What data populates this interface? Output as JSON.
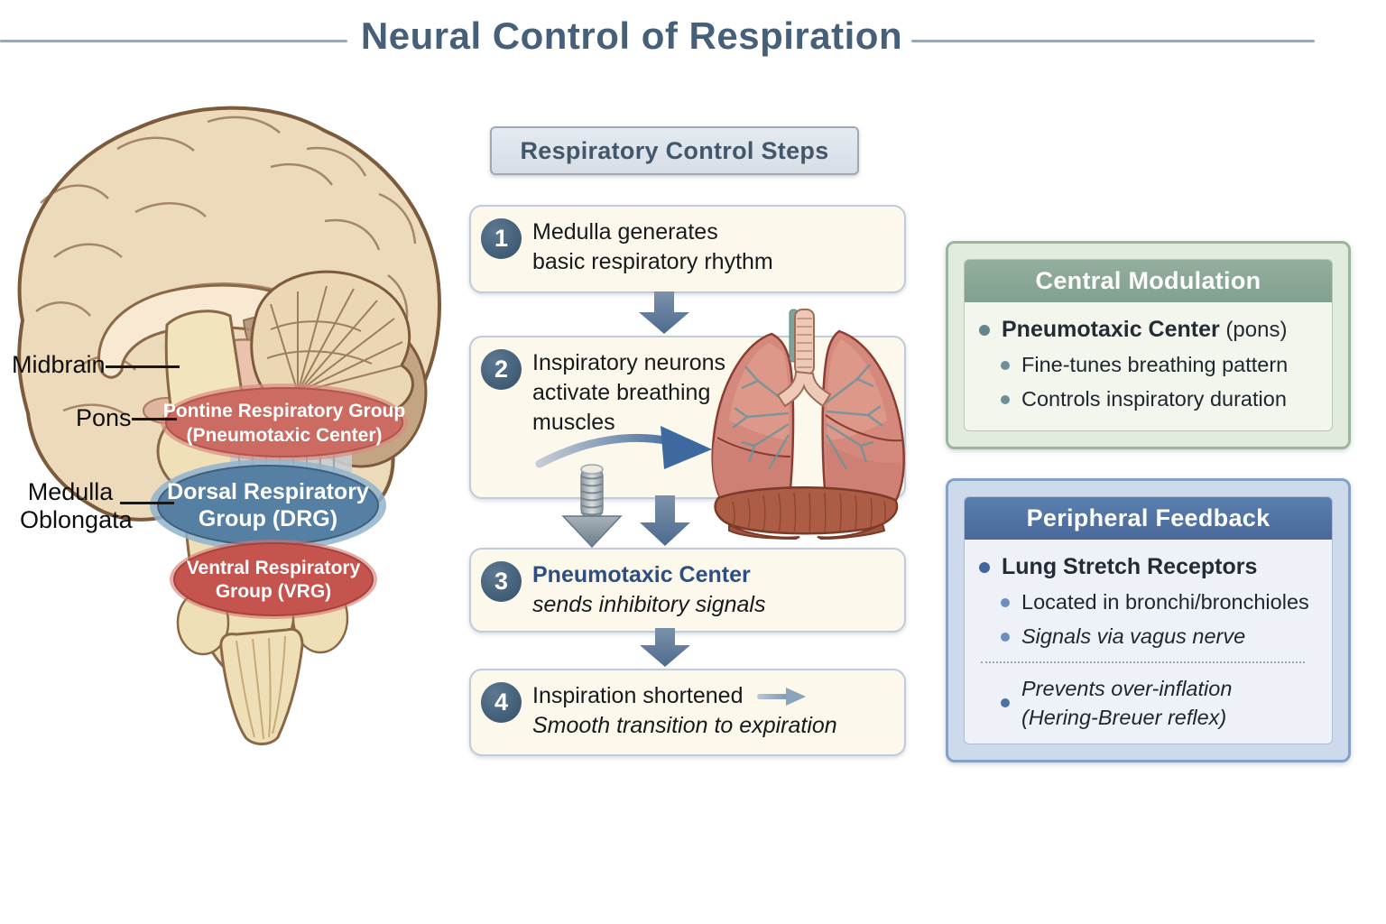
{
  "title": {
    "text": "Neural Control of Respiration"
  },
  "brain": {
    "labels": {
      "midbrain": "Midbrain",
      "pons": "Pons",
      "medulla_line1": "Medulla",
      "medulla_line2": "Oblongata"
    },
    "regions": {
      "prg_line1": "Pontine Respiratory Group",
      "prg_line2": "(Pneumotaxic Center)",
      "drg_line1": "Dorsal Respiratory",
      "drg_line2": "Group (DRG)",
      "vrg_line1": "Ventral Respiratory",
      "vrg_line2": "Group (VRG)"
    }
  },
  "flowchart": {
    "header": "Respiratory Control Steps",
    "step1": {
      "num": "1",
      "line1": "Medulla generates",
      "line2": "basic respiratory rhythm"
    },
    "step2": {
      "num": "2",
      "line1": "Inspiratory neurons",
      "line2": "activate breathing",
      "line3": "muscles"
    },
    "step3": {
      "num": "3",
      "title": "Pneumotaxic Center",
      "line2": "sends inhibitory signals"
    },
    "step4": {
      "num": "4",
      "line1": "Inspiration shortened",
      "line2": "Smooth transition to expiration"
    }
  },
  "central_panel": {
    "title": "Central Modulation",
    "bullet_bold": "Pneumotaxic Center",
    "bullet_suffix": " (pons)",
    "sub1": "Fine-tunes breathing pattern",
    "sub2": "Controls inspiratory duration"
  },
  "peripheral_panel": {
    "title": "Peripheral Feedback",
    "bullet": "Lung Stretch Receptors",
    "sub1": "Located in bronchi/bronchioles",
    "sub2": "Signals via vagus nerve",
    "extra_line1": "Prevents over-inflation",
    "extra_line2": "(Hering-Breuer reflex)"
  },
  "colors": {
    "title_text": "#47607a",
    "step_circle": "#3d5a72",
    "arrow_blue": "#54718f",
    "green_header": "#88a794",
    "blue_header": "#4f75a6",
    "prg_red": "#cb6b62",
    "drg_blue": "#567fa4",
    "vrg_red": "#c5534e"
  }
}
